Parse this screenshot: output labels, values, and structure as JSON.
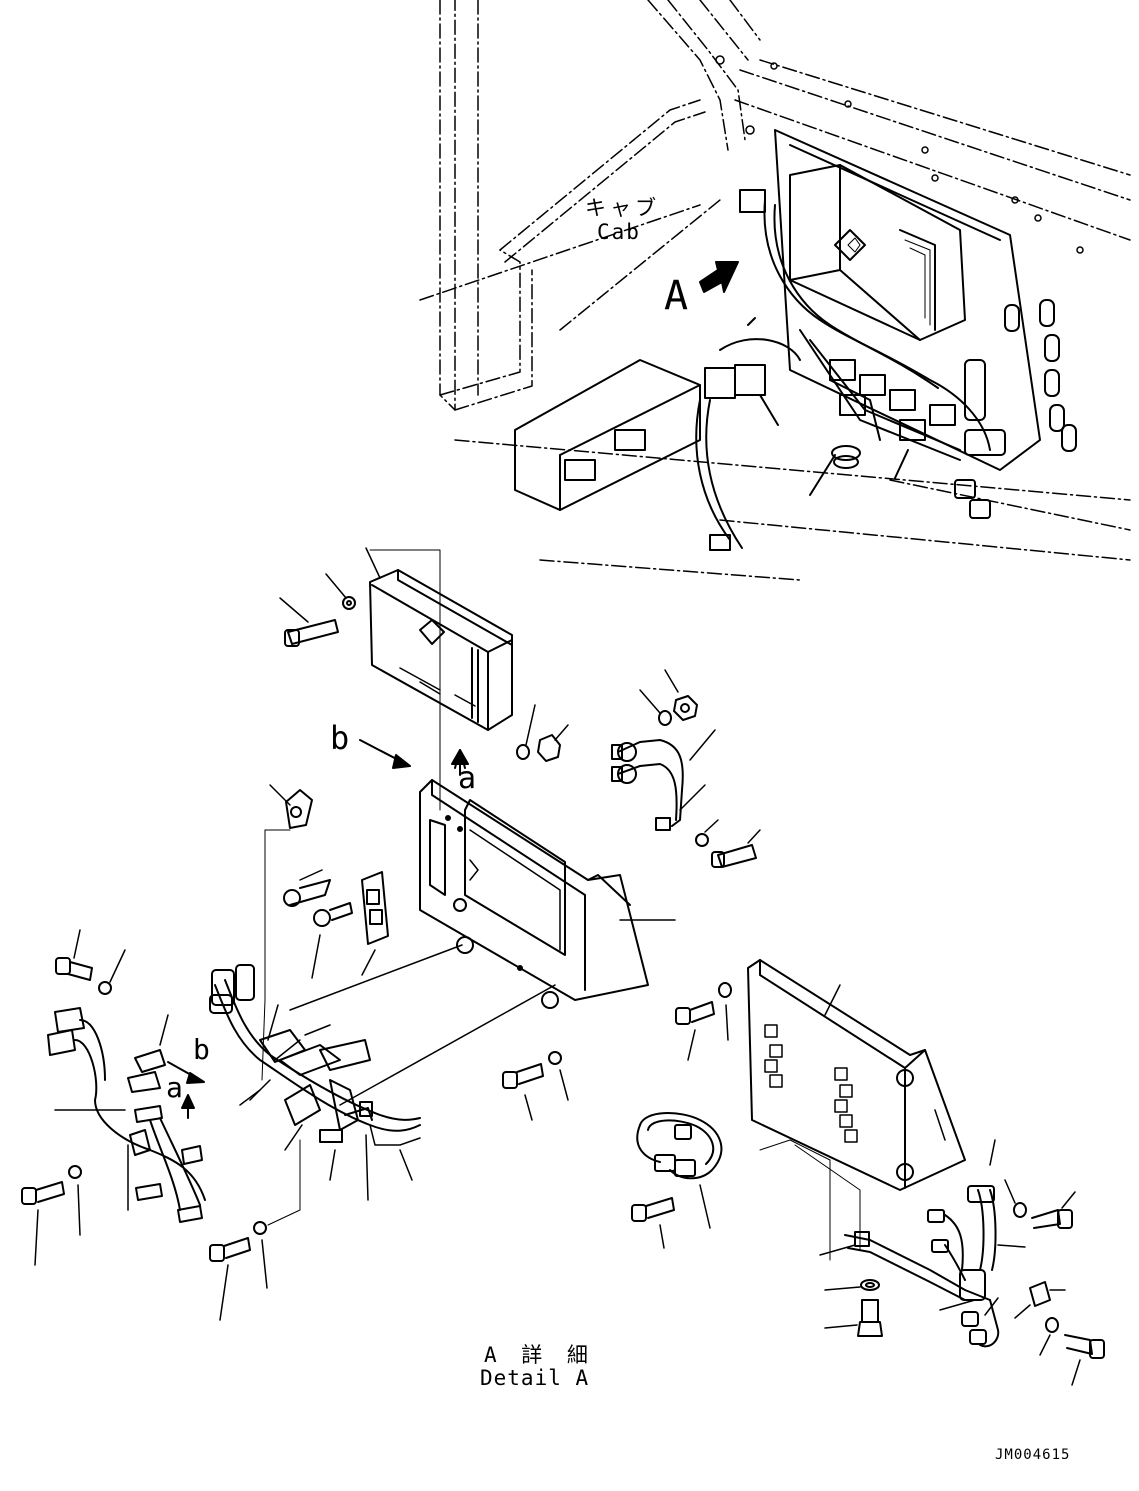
{
  "labels": {
    "cab_jp": "キャブ",
    "cab_en": "Cab",
    "view_a": "A",
    "view_b": "b",
    "sub_a1": "a",
    "sub_b2": "b",
    "sub_a2": "a",
    "detail_jp": "A 詳 細",
    "detail_en": "Detail A",
    "drawing_number": "JM004615"
  },
  "colors": {
    "line": "#000000",
    "background": "#ffffff"
  }
}
